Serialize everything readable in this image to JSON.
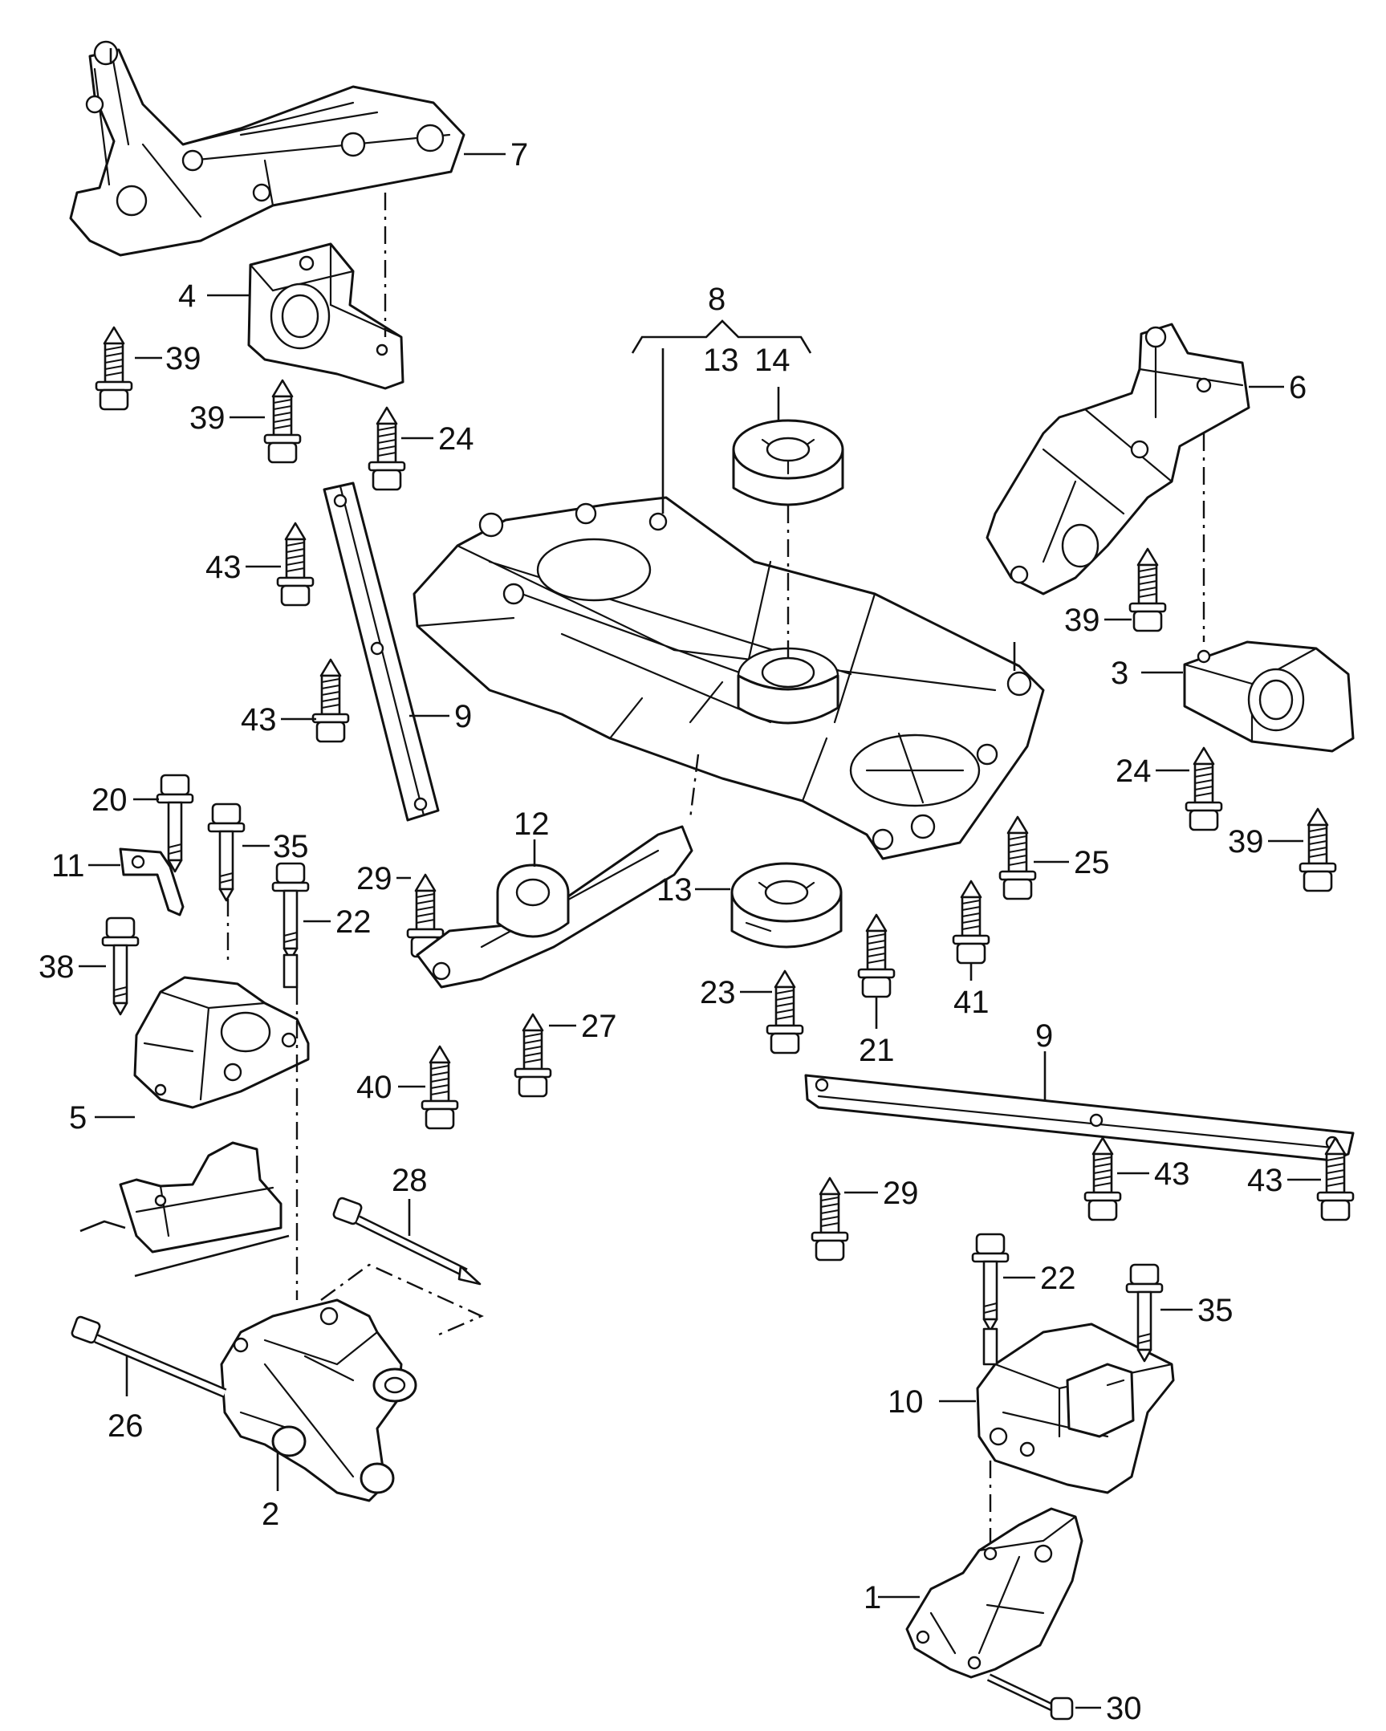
{
  "diagram": {
    "labels": {
      "p1": "1",
      "p2": "2",
      "p3": "3",
      "p4": "4",
      "p5": "5",
      "p6": "6",
      "p7": "7",
      "p8": "8",
      "p9a": "9",
      "p9b": "9",
      "p10": "10",
      "p11": "11",
      "p12": "12",
      "p13a": "13",
      "p13b": "13",
      "p14": "14",
      "p20": "20",
      "p21": "21",
      "p22a": "22",
      "p22b": "22",
      "p23": "23",
      "p24a": "24",
      "p24b": "24",
      "p25": "25",
      "p26": "26",
      "p27": "27",
      "p28": "28",
      "p29a": "29",
      "p29b": "29",
      "p30": "30",
      "p35a": "35",
      "p35b": "35",
      "p38": "38",
      "p39a": "39",
      "p39b": "39",
      "p39c": "39",
      "p40": "40",
      "p41": "41",
      "p43a": "43",
      "p43b": "43",
      "p43c": "43",
      "p43d": "43"
    }
  }
}
